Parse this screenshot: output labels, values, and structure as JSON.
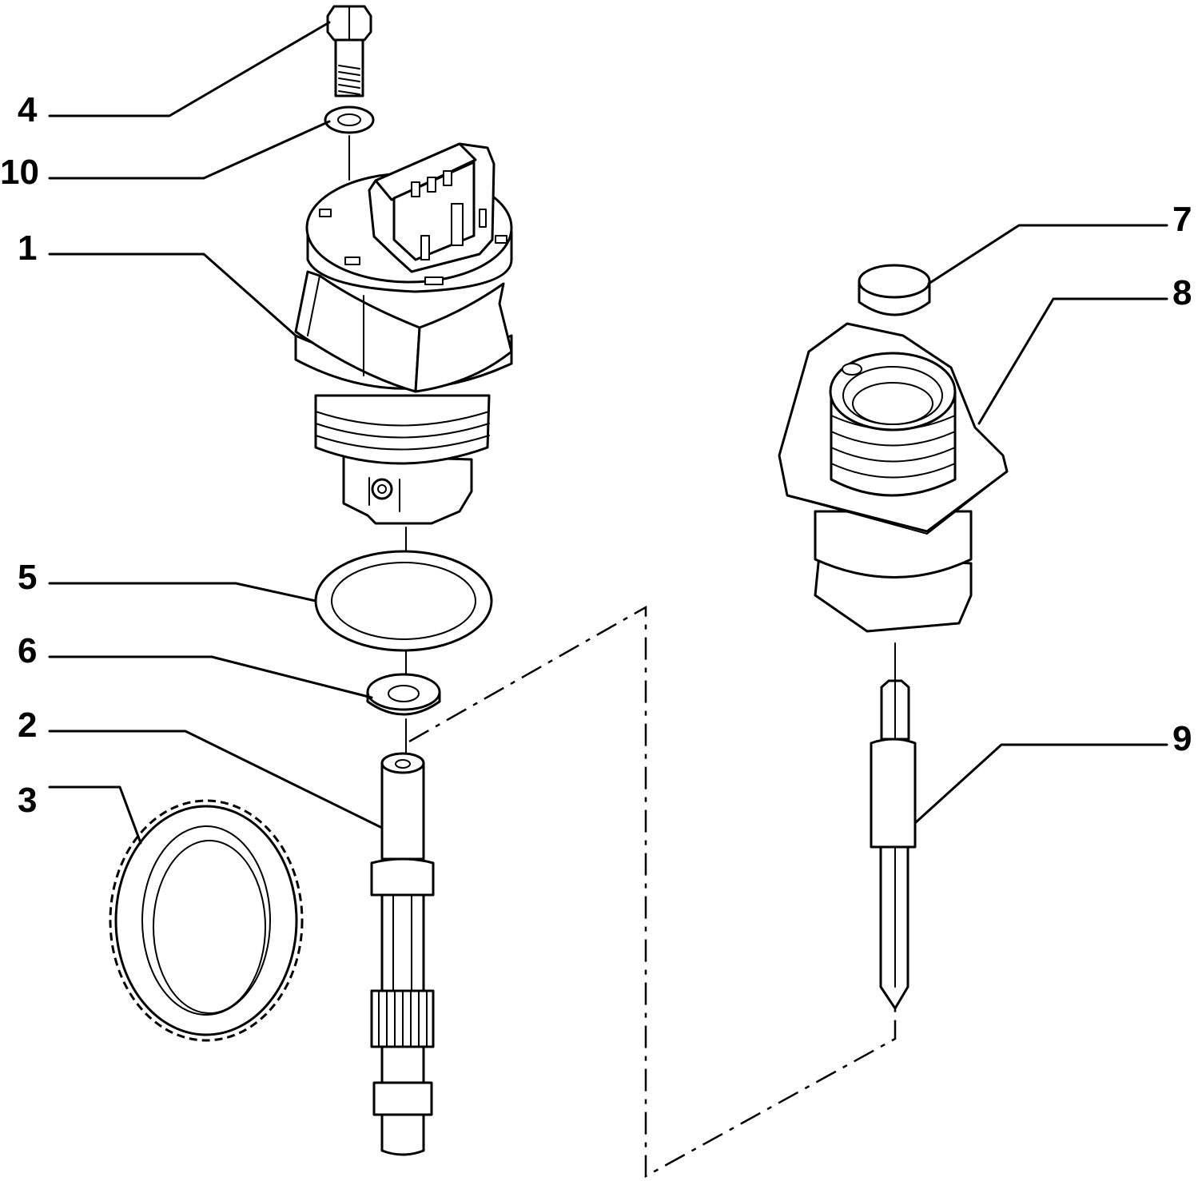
{
  "callouts": [
    {
      "id": "4",
      "label": "4"
    },
    {
      "id": "10",
      "label": "10"
    },
    {
      "id": "1",
      "label": "1"
    },
    {
      "id": "5",
      "label": "5"
    },
    {
      "id": "6",
      "label": "6"
    },
    {
      "id": "2",
      "label": "2"
    },
    {
      "id": "3",
      "label": "3"
    },
    {
      "id": "7",
      "label": "7"
    },
    {
      "id": "8",
      "label": "8"
    },
    {
      "id": "9",
      "label": "9"
    }
  ]
}
